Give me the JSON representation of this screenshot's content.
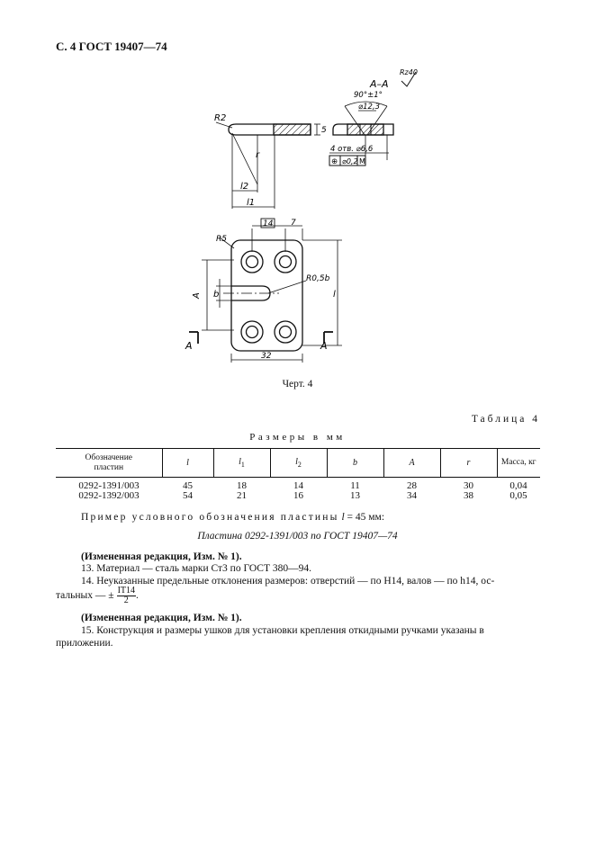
{
  "header": {
    "text": "С. 4 ГОСТ 19407—74"
  },
  "drawing": {
    "section_label": "А–А",
    "roughness": "Rz40",
    "angle": "90°±1°",
    "bore": "⌀12,3",
    "holes_note": "4 отв. ⌀6,6",
    "tolerance_frame": [
      "⊕",
      "⌀0,2",
      "М"
    ],
    "dim_R2": "R2",
    "dim_r": "r",
    "dim_l2": "l2",
    "dim_l1": "l1",
    "dim_5": "5",
    "dim_14": "14",
    "dim_7": "7",
    "dim_R5": "R5",
    "dim_R05b": "R0,5b",
    "dim_l": "l",
    "dim_A": "A",
    "dim_b": "b",
    "dim_32": "32",
    "cut_A_left": "A",
    "cut_A_right": "A"
  },
  "caption": "Черт. 4",
  "table": {
    "title": "Таблица 4",
    "subtitle": "Размеры в мм",
    "headers": {
      "designation_1": "Обозначение",
      "designation_2": "пластин",
      "l": "l",
      "l1": "l",
      "l1_sub": "1",
      "l2": "l",
      "l2_sub": "2",
      "b": "b",
      "A": "A",
      "r": "r",
      "mass": "Масса, кг"
    },
    "rows": [
      {
        "designation": "0292-1391/003",
        "l": "45",
        "l1": "18",
        "l2": "14",
        "b": "11",
        "A": "28",
        "r": "30",
        "mass": "0,04"
      },
      {
        "designation": "0292-1392/003",
        "l": "54",
        "l1": "21",
        "l2": "16",
        "b": "13",
        "A": "34",
        "r": "38",
        "mass": "0,05"
      }
    ]
  },
  "text": {
    "example_intro_spaced": "Пример условного обозначения пластины",
    "example_intro_var": "l",
    "example_intro_tail": " = 45 мм:",
    "example": "Пластина 0292-1391/003 по ГОСТ 19407—74",
    "amend1": "(Измененная редакция, Изм. № 1).",
    "p13": "13. Материал — сталь марки Ст3 по ГОСТ 380—94.",
    "p14_line1": "14. Неуказанные предельные отклонения размеров: отверстий — по Н14, валов — по h14, ос-",
    "p14_line2_prefix": "тальных — ±",
    "p14_frac_num": "IT14",
    "p14_frac_den": "2",
    "p14_line2_suffix": ".",
    "amend2": "(Измененная редакция, Изм. № 1).",
    "p15_line1": "15. Конструкция и размеры ушков для установки крепления откидными ручками указаны в",
    "p15_line2": "приложении."
  }
}
